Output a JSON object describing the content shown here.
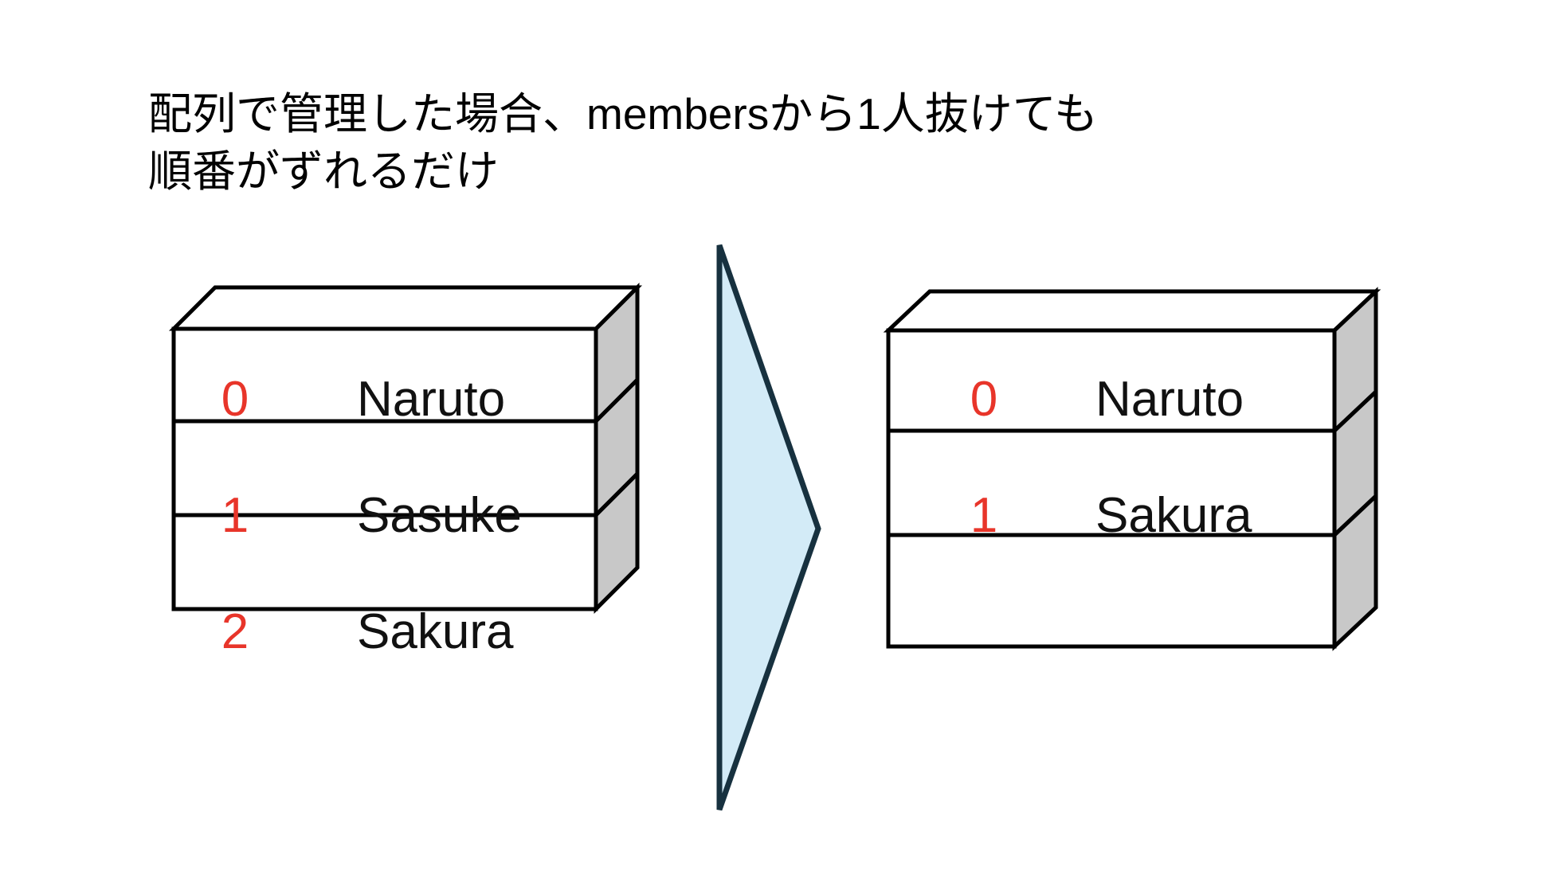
{
  "slide": {
    "background_color": "#FFFFFF",
    "title_lines": [
      "配列で管理した場合、membersから1人抜けても",
      "順番がずれるだけ"
    ]
  },
  "colors": {
    "index_red": "#E8352A",
    "text_black": "#111111",
    "box_fill": "#FFFFFF",
    "box_side_fill": "#C8C8C8",
    "box_stroke": "#000000",
    "arrow_fill": "#D3EBF7",
    "arrow_stroke": "#17313F"
  },
  "before_box": {
    "name": "members-array-before",
    "rows": [
      {
        "index": "0",
        "value": "Naruto"
      },
      {
        "index": "1",
        "value": "Sasuke"
      },
      {
        "index": "2",
        "value": "Sakura"
      }
    ]
  },
  "arrow": {
    "name": "transition-arrow",
    "direction": "right",
    "label": ""
  },
  "after_box": {
    "name": "members-array-after",
    "rows": [
      {
        "index": "0",
        "value": "Naruto"
      },
      {
        "index": "1",
        "value": "Sakura"
      },
      {
        "index": "",
        "value": ""
      }
    ]
  }
}
